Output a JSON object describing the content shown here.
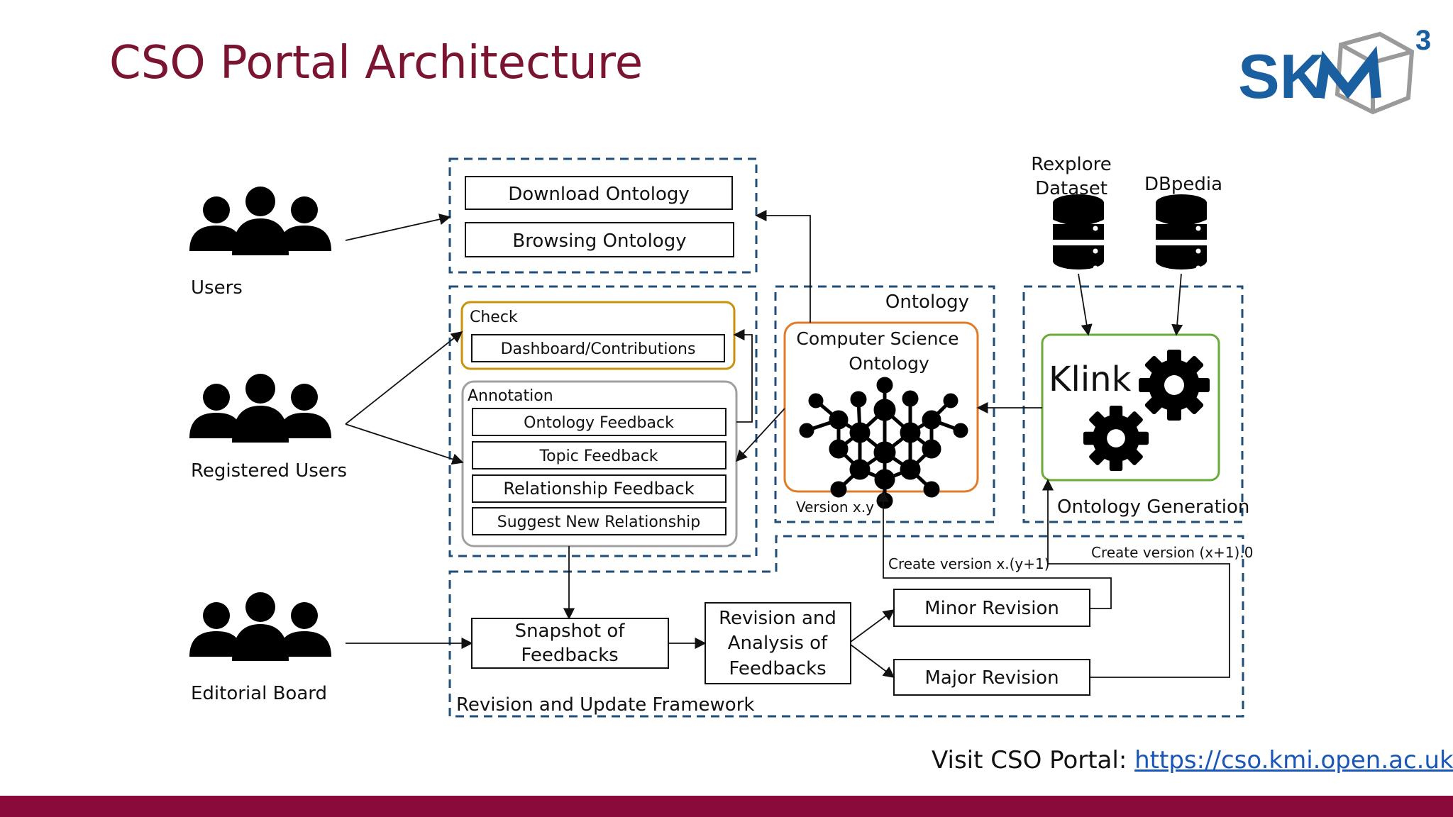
{
  "slide": {
    "title": "CSO Portal Architecture",
    "logo_text": "SK",
    "logo_superscript": "3",
    "visit_label": "Visit CSO Portal: ",
    "visit_link": "https://cso.kmi.open.ac.uk"
  },
  "colors": {
    "title": "#7a1430",
    "bar": "#8a0a3c",
    "dash": "#1f4e79",
    "check_border": "#c8920c",
    "annotation_border": "#a0a0a0",
    "ontology_border": "#e07b2a",
    "klink_border": "#6aaa3a",
    "link": "#1a56b8",
    "logo_blue": "#1a5fa0"
  },
  "actors": {
    "users": "Users",
    "registered": "Registered Users",
    "editorial": "Editorial Board"
  },
  "portal": {
    "download": "Download Ontology",
    "browse": "Browsing Ontology",
    "check_label": "Check",
    "dashboard": "Dashboard/Contributions",
    "annotation_label": "Annotation",
    "ontology_feedback": "Ontology Feedback",
    "topic_feedback": "Topic Feedback",
    "relationship_feedback": "Relationship Feedback",
    "suggest_relationship": "Suggest New Relationship"
  },
  "ontology": {
    "section_label": "Ontology",
    "box_line1": "Computer Science",
    "box_line2": "Ontology",
    "version": "Version x.y"
  },
  "generation": {
    "rexplore_line1": "Rexplore",
    "rexplore_line2": "Dataset",
    "dbpedia": "DBpedia",
    "klink": "Klink",
    "section_label": "Ontology Generation"
  },
  "revision": {
    "snapshot_line1": "Snapshot of",
    "snapshot_line2": "Feedbacks",
    "analysis_line1": "Revision and",
    "analysis_line2": "Analysis of",
    "analysis_line3": "Feedbacks",
    "minor": "Minor Revision",
    "major": "Major Revision",
    "create_minor": "Create version x.(y+1)",
    "create_major": "Create version (x+1).0",
    "section_label": "Revision and Update Framework"
  }
}
